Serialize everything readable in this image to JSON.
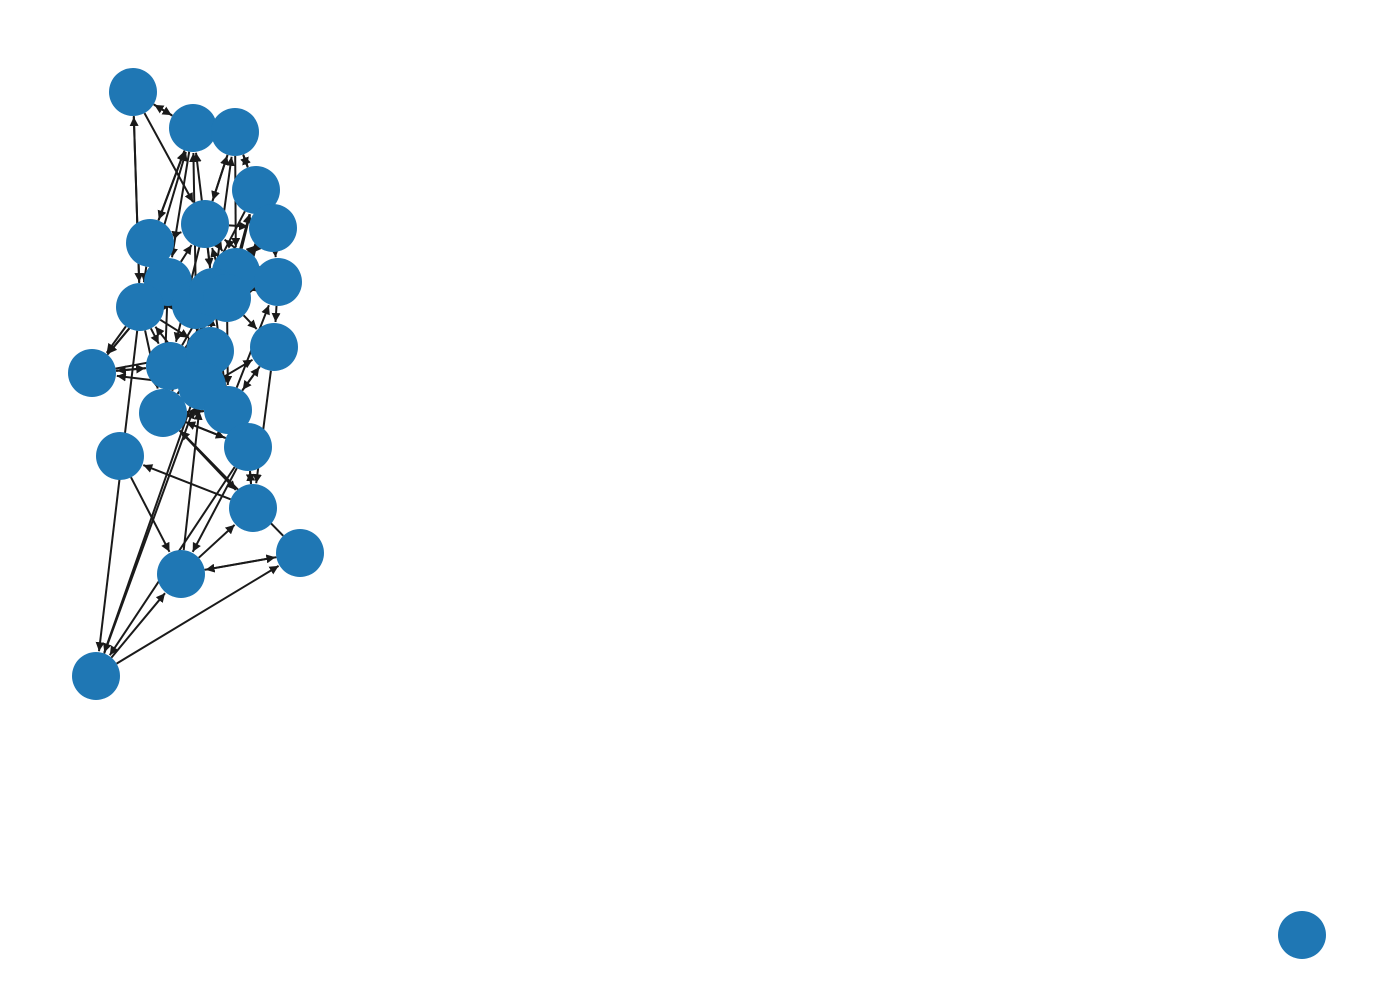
{
  "graph": {
    "directed": true,
    "node_color": "#1f77b4",
    "edge_color": "#1a1a1a",
    "background": "#ffffff",
    "node_count": 28,
    "isolated_node_count": 1,
    "nodes": [
      {
        "id": 0
      },
      {
        "id": 1
      },
      {
        "id": 2
      },
      {
        "id": 3
      },
      {
        "id": 4
      },
      {
        "id": 5
      },
      {
        "id": 6
      },
      {
        "id": 7
      },
      {
        "id": 8
      },
      {
        "id": 9
      },
      {
        "id": 10
      },
      {
        "id": 11
      },
      {
        "id": 12
      },
      {
        "id": 13
      },
      {
        "id": 14
      },
      {
        "id": 15
      },
      {
        "id": 16
      },
      {
        "id": 17
      },
      {
        "id": 18
      },
      {
        "id": 19
      },
      {
        "id": 20
      },
      {
        "id": 21
      },
      {
        "id": 22
      },
      {
        "id": 23
      },
      {
        "id": 24
      },
      {
        "id": 25
      },
      {
        "id": 26
      },
      {
        "id": 27
      }
    ],
    "edges": [
      [
        1,
        0
      ],
      [
        0,
        1
      ],
      [
        8,
        0
      ],
      [
        0,
        8
      ],
      [
        0,
        6
      ],
      [
        1,
        2
      ],
      [
        2,
        1
      ],
      [
        5,
        1
      ],
      [
        1,
        5
      ],
      [
        8,
        1
      ],
      [
        9,
        1
      ],
      [
        12,
        1
      ],
      [
        1,
        7
      ],
      [
        2,
        3
      ],
      [
        3,
        2
      ],
      [
        6,
        2
      ],
      [
        2,
        6
      ],
      [
        2,
        10
      ],
      [
        12,
        2
      ],
      [
        3,
        4
      ],
      [
        4,
        3
      ],
      [
        3,
        9
      ],
      [
        10,
        3
      ],
      [
        13,
        3
      ],
      [
        4,
        10
      ],
      [
        10,
        4
      ],
      [
        4,
        11
      ],
      [
        6,
        4
      ],
      [
        9,
        4
      ],
      [
        12,
        4
      ],
      [
        5,
        6
      ],
      [
        5,
        8
      ],
      [
        7,
        5
      ],
      [
        9,
        5
      ],
      [
        6,
        10
      ],
      [
        7,
        6
      ],
      [
        11,
        6
      ],
      [
        6,
        12
      ],
      [
        13,
        6
      ],
      [
        6,
        15
      ],
      [
        7,
        8
      ],
      [
        8,
        7
      ],
      [
        7,
        14
      ],
      [
        14,
        7
      ],
      [
        7,
        9
      ],
      [
        16,
        7
      ],
      [
        7,
        19
      ],
      [
        8,
        9
      ],
      [
        9,
        8
      ],
      [
        8,
        14
      ],
      [
        13,
        8
      ],
      [
        8,
        15
      ],
      [
        8,
        16
      ],
      [
        8,
        25
      ],
      [
        17,
        8
      ],
      [
        8,
        19
      ],
      [
        9,
        11
      ],
      [
        12,
        9
      ],
      [
        9,
        13
      ],
      [
        16,
        9
      ],
      [
        9,
        20
      ],
      [
        17,
        9
      ],
      [
        10,
        12
      ],
      [
        11,
        10
      ],
      [
        10,
        13
      ],
      [
        13,
        10
      ],
      [
        11,
        13
      ],
      [
        12,
        11
      ],
      [
        13,
        11
      ],
      [
        18,
        11
      ],
      [
        11,
        21
      ],
      [
        12,
        13
      ],
      [
        16,
        12
      ],
      [
        12,
        18
      ],
      [
        15,
        12
      ],
      [
        19,
        12
      ],
      [
        15,
        13
      ],
      [
        13,
        15
      ],
      [
        13,
        18
      ],
      [
        13,
        21
      ],
      [
        14,
        15
      ],
      [
        15,
        14
      ],
      [
        14,
        16
      ],
      [
        17,
        14
      ],
      [
        15,
        16
      ],
      [
        16,
        15
      ],
      [
        15,
        17
      ],
      [
        15,
        18
      ],
      [
        19,
        15
      ],
      [
        16,
        17
      ],
      [
        17,
        16
      ],
      [
        18,
        16
      ],
      [
        16,
        20
      ],
      [
        16,
        19
      ],
      [
        19,
        16
      ],
      [
        16,
        25
      ],
      [
        17,
        19
      ],
      [
        18,
        17
      ],
      [
        17,
        20
      ],
      [
        24,
        17
      ],
      [
        18,
        19
      ],
      [
        19,
        18
      ],
      [
        20,
        18
      ],
      [
        18,
        21
      ],
      [
        21,
        18
      ],
      [
        19,
        21
      ],
      [
        19,
        20
      ],
      [
        20,
        19
      ],
      [
        20,
        22
      ],
      [
        20,
        24
      ],
      [
        20,
        25
      ],
      [
        21,
        22
      ],
      [
        22,
        20
      ],
      [
        24,
        22
      ],
      [
        22,
        23
      ],
      [
        19,
        22
      ],
      [
        23,
        24
      ],
      [
        25,
        24
      ],
      [
        26,
        24
      ],
      [
        25,
        26
      ],
      [
        26,
        19
      ],
      [
        24,
        26
      ],
      [
        25,
        17
      ]
    ]
  }
}
